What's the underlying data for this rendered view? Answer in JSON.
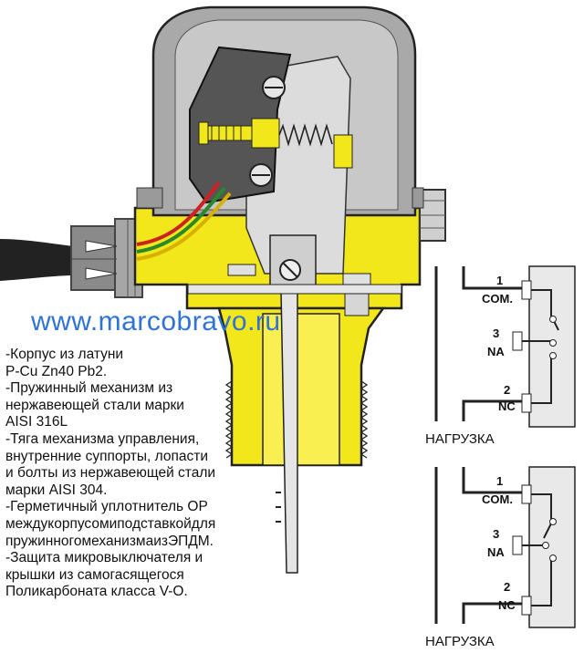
{
  "watermark": "www.marcobravo.ru",
  "specs": [
    "-Корпус из латуни",
    "P-Cu Zn40 Pb2.",
    "-Пружинный механизм из",
    "нержавеющей стали марки",
    " AISI 316L",
    "-Тяга механизма управления,",
    "внутренние суппорты, лопасти",
    " и болты из нержавеющей стали",
    "марки AISI 304.",
    "-Герметичный уплотнитель OP",
    "междукорпусомиподставкойдля",
    "пружинногомеханизмаизЭПДМ.",
    "-Защита микровыключателя и",
    "крышки из самогасящегося",
    "Поликарбоната класса V-O."
  ],
  "wiring": [
    {
      "terminals": [
        {
          "num": "1",
          "label": "COM."
        },
        {
          "num": "3",
          "label": "NA"
        },
        {
          "num": "2",
          "label": "NC"
        }
      ],
      "load_label": "НАГРУЗКА"
    },
    {
      "terminals": [
        {
          "num": "1",
          "label": "COM."
        },
        {
          "num": "3",
          "label": "NA"
        },
        {
          "num": "2",
          "label": "NC"
        }
      ],
      "load_label": "НАГРУЗКА"
    }
  ],
  "colors": {
    "brass_yellow": "#f2e71a",
    "cover_grey": "#a9a9a9",
    "watermark_blue": "#2f73d6"
  }
}
